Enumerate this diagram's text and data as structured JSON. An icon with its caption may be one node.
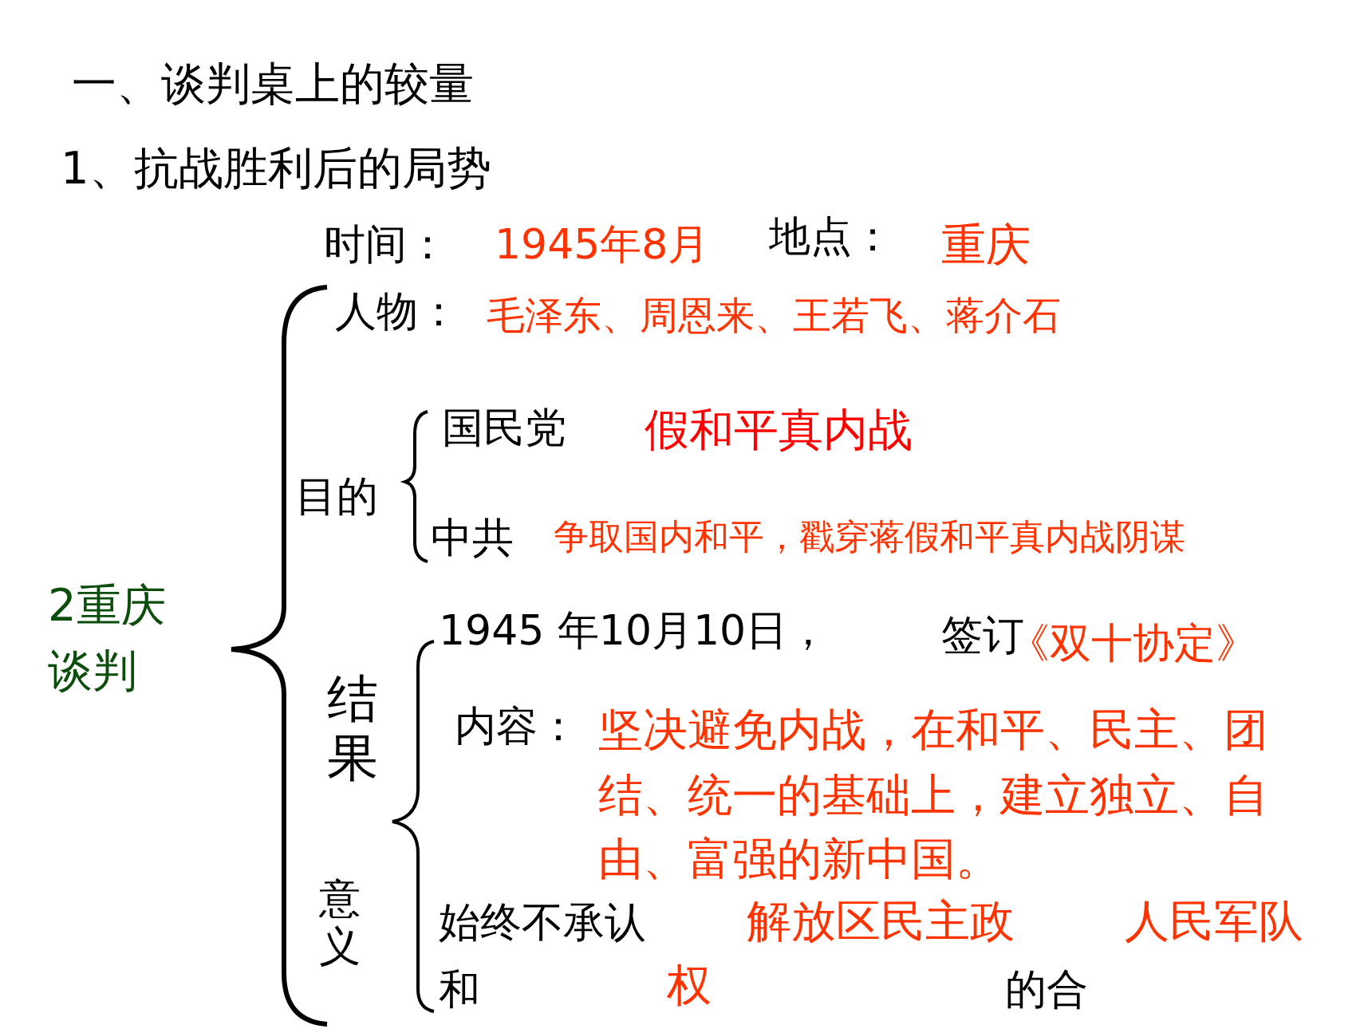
{
  "diagram": {
    "labels": [
      "一、谈判桌上的较量",
      "1、抗战胜利后的局势",
      "时间：",
      "1945年8月",
      "地点：",
      "重庆",
      "人物：",
      "毛泽东、周恩来、王若飞、蒋介石",
      "国民党",
      "假和平真内战",
      "目的",
      "中共",
      "争取国内和平，戳穿蒋假和平真内战阴谋",
      "2重庆谈判",
      "1945 年10月10日，",
      "签订",
      "《双十协定》",
      "结果",
      "内容：",
      "坚决避免内战，在和平、民主、团结、统一的基础上，建立独立、自由、富强的新中国。",
      "意义",
      "始终不承认",
      "解放区民主政",
      "人民军队",
      "和",
      "权",
      "的合"
    ]
  }
}
